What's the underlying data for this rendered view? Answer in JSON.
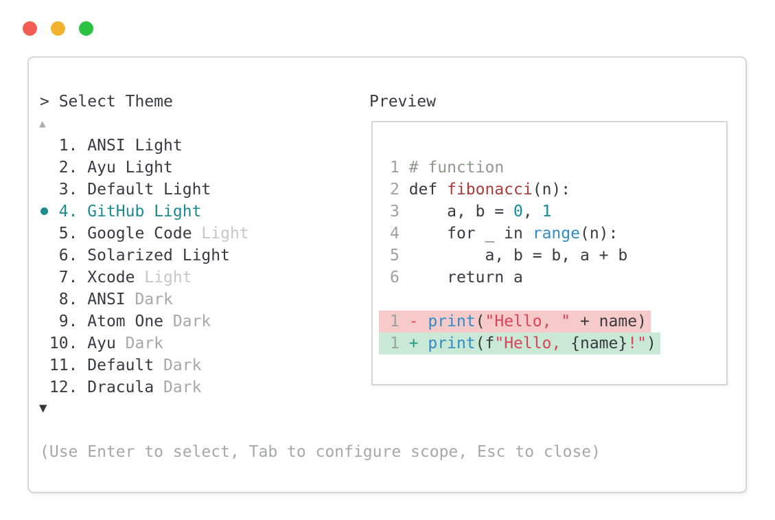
{
  "window": {
    "controls": [
      {
        "name": "close",
        "color": "#f25c55"
      },
      {
        "name": "minimize",
        "color": "#f1b32e"
      },
      {
        "name": "zoom",
        "color": "#2cc241"
      }
    ]
  },
  "picker": {
    "title": "> Select Theme",
    "scroll_up_icon": "▲",
    "scroll_down_icon": "▼",
    "selected_index": 3,
    "items": [
      {
        "number": "1",
        "name": "ANSI",
        "variant": "Light",
        "variant_muted": false,
        "selected": false
      },
      {
        "number": "2",
        "name": "Ayu",
        "variant": "Light",
        "variant_muted": false,
        "selected": false
      },
      {
        "number": "3",
        "name": "Default",
        "variant": "Light",
        "variant_muted": false,
        "selected": false
      },
      {
        "number": "4",
        "name": "GitHub",
        "variant": "Light",
        "variant_muted": false,
        "selected": true
      },
      {
        "number": "5",
        "name": "Google Code",
        "variant": "Light",
        "variant_muted": true,
        "selected": false
      },
      {
        "number": "6",
        "name": "Solarized",
        "variant": "Light",
        "variant_muted": false,
        "selected": false
      },
      {
        "number": "7",
        "name": "Xcode",
        "variant": "Light",
        "variant_muted": true,
        "selected": false
      },
      {
        "number": "8",
        "name": "ANSI",
        "variant": "Dark",
        "variant_muted": true,
        "selected": false
      },
      {
        "number": "9",
        "name": "Atom One",
        "variant": "Dark",
        "variant_muted": true,
        "selected": false
      },
      {
        "number": "10",
        "name": "Ayu",
        "variant": "Dark",
        "variant_muted": true,
        "selected": false
      },
      {
        "number": "11",
        "name": "Default",
        "variant": "Dark",
        "variant_muted": true,
        "selected": false
      },
      {
        "number": "12",
        "name": "Dracula",
        "variant": "Dark",
        "variant_muted": true,
        "selected": false
      }
    ],
    "footer_hint": "(Use Enter to select, Tab to configure scope, Esc to close)"
  },
  "preview": {
    "label": "Preview",
    "lines": [
      {
        "tokens": [
          {
            "t": "1 ",
            "c": "ln"
          },
          {
            "t": "# function",
            "c": "comment"
          }
        ]
      },
      {
        "tokens": [
          {
            "t": "2 ",
            "c": "ln"
          },
          {
            "t": "def ",
            "c": "plain"
          },
          {
            "t": "fibonacci",
            "c": "function"
          },
          {
            "t": "(n):",
            "c": "plain"
          }
        ]
      },
      {
        "tokens": [
          {
            "t": "3 ",
            "c": "ln"
          },
          {
            "t": "    a, b = ",
            "c": "plain"
          },
          {
            "t": "0",
            "c": "literal"
          },
          {
            "t": ", ",
            "c": "plain"
          },
          {
            "t": "1",
            "c": "literal"
          }
        ]
      },
      {
        "tokens": [
          {
            "t": "4 ",
            "c": "ln"
          },
          {
            "t": "    for _ in ",
            "c": "plain"
          },
          {
            "t": "range",
            "c": "builtin"
          },
          {
            "t": "(n):",
            "c": "plain"
          }
        ]
      },
      {
        "tokens": [
          {
            "t": "5 ",
            "c": "ln"
          },
          {
            "t": "        a, b = b, a + b",
            "c": "plain"
          }
        ]
      },
      {
        "tokens": [
          {
            "t": "6 ",
            "c": "ln"
          },
          {
            "t": "    return a",
            "c": "plain"
          }
        ]
      },
      {
        "tokens": []
      },
      {
        "diff": "del",
        "tokens": [
          {
            "t": "1 ",
            "c": "ln"
          },
          {
            "t": "- ",
            "c": "diff-minus"
          },
          {
            "t": "print",
            "c": "builtin"
          },
          {
            "t": "(",
            "c": "plain"
          },
          {
            "t": "\"Hello, \"",
            "c": "string"
          },
          {
            "t": " + name)",
            "c": "plain"
          }
        ]
      },
      {
        "diff": "add",
        "tokens": [
          {
            "t": "1 ",
            "c": "ln"
          },
          {
            "t": "+ ",
            "c": "diff-plus"
          },
          {
            "t": "print",
            "c": "builtin"
          },
          {
            "t": "(f",
            "c": "plain"
          },
          {
            "t": "\"Hello, ",
            "c": "string"
          },
          {
            "t": "{name}",
            "c": "plain"
          },
          {
            "t": "!\"",
            "c": "string"
          },
          {
            "t": ")",
            "c": "plain"
          }
        ]
      }
    ]
  },
  "colors": {
    "accent": "#1b8b90",
    "text_dark": "#363b40",
    "muted_light": "#c5c8c9",
    "muted_dark": "#a4a8aa",
    "border": "#d5d6d7",
    "comment": "#8e998c",
    "function": "#a93a38",
    "literal": "#13899c",
    "builtin": "#2f8cc9",
    "string": "#da4458",
    "diff_minus": "#d8455c",
    "diff_plus": "#1e9c89",
    "diff_del_bg": "#f7caca",
    "diff_add_bg": "#c9e8d5",
    "traffic_red": "#f25c55",
    "traffic_yellow": "#f1b32e",
    "traffic_green": "#2cc241"
  }
}
